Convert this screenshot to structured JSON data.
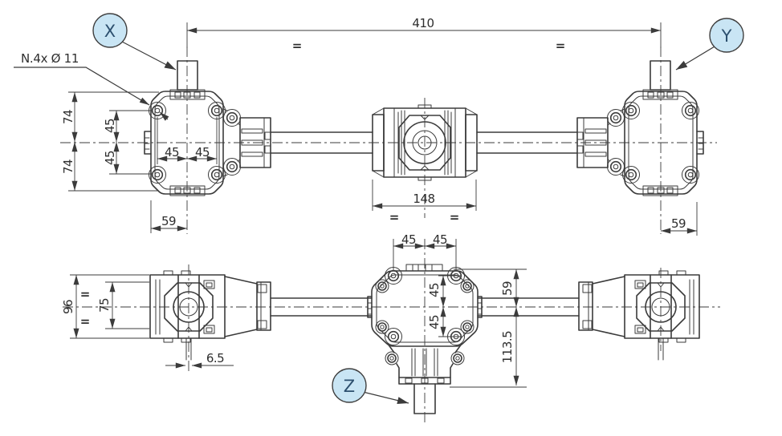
{
  "drawing": {
    "type": "technical-dimension-drawing",
    "subject": "gearbox and shaft assembly, two orthographic views with callouts",
    "colors": {
      "background": "#ffffff",
      "line": "#3b3b3b",
      "dim-text": "#2e2e2e",
      "callout-fill": "#c9e5f4",
      "callout-stroke": "#3f3f3f",
      "callout-text": "#2c4f6e"
    },
    "note": "N.4x Ø 11",
    "equal_mark": "=",
    "callouts": {
      "x": "X",
      "y": "Y",
      "z": "Z"
    },
    "dims": {
      "overall_span": "410",
      "tl_74_top": "74",
      "tl_45_top": "45",
      "tl_45_bot": "45",
      "tl_74_bot": "74",
      "tl_45_left": "45",
      "tl_45_right": "45",
      "tl_59": "59",
      "center_148": "148",
      "tr_59": "59",
      "bl_96": "96",
      "bl_75": "75",
      "bl_6_5": "6.5",
      "bc_45_left": "45",
      "bc_45_right": "45",
      "bc_45_up": "45",
      "bc_45_down": "45",
      "bc_59": "59",
      "bc_113_5": "113.5"
    }
  }
}
